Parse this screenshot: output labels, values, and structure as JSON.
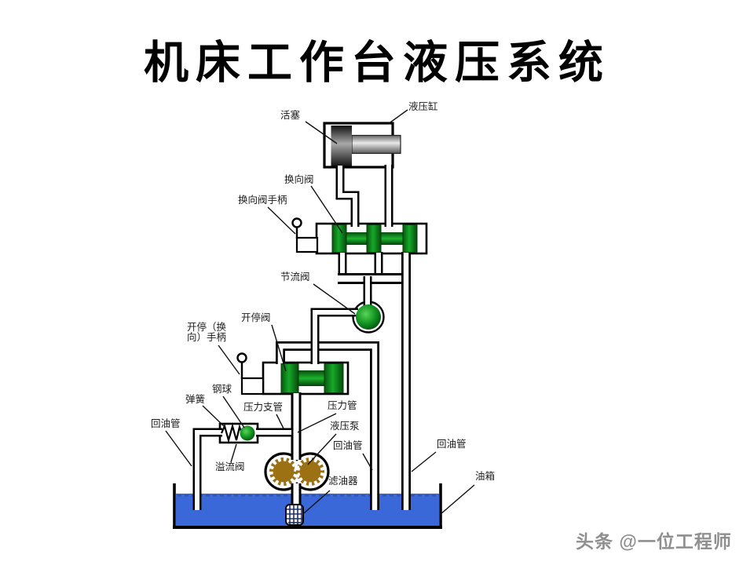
{
  "title": "机床工作台液压系统",
  "watermark": "头条 @一位工程师",
  "labels": {
    "piston": "活塞",
    "cylinder": "液压缸",
    "directional_valve": "换向阀",
    "directional_valve_handle": "换向阀手柄",
    "throttle_valve": "节流阀",
    "start_stop_valve": "开停阀",
    "start_stop_handle": "开停（换向）手柄",
    "steel_ball": "钢球",
    "spring": "弹簧",
    "return_pipe_left": "回油管",
    "pressure_branch_pipe": "压力支管",
    "pressure_pipe": "压力管",
    "hydraulic_pump": "液压泵",
    "return_pipe_pump": "回油管",
    "relief_valve": "溢流阀",
    "oil_filter": "滤油器",
    "return_pipe_right": "回油管",
    "oil_tank": "油箱"
  },
  "colors": {
    "oil_blue": "#3a68d9",
    "valve_green": "#12a426",
    "gear_brown": "#9c7114",
    "piston_gray": "#8a8a8a"
  }
}
